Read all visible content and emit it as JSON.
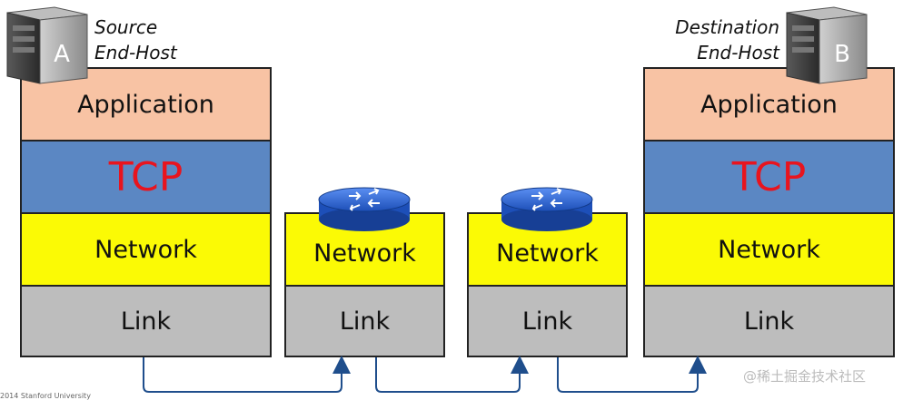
{
  "source_host": {
    "badge": "A",
    "label_line1": "Source",
    "label_line2": "End-Host",
    "layers": {
      "application": "Application",
      "transport": "TCP",
      "network": "Network",
      "link": "Link"
    }
  },
  "router1": {
    "network": "Network",
    "link": "Link"
  },
  "router2": {
    "network": "Network",
    "link": "Link"
  },
  "destination_host": {
    "badge": "B",
    "label_line1": "Destination",
    "label_line2": "End-Host",
    "layers": {
      "application": "Application",
      "transport": "TCP",
      "network": "Network",
      "link": "Link"
    }
  },
  "footer": "2014 Stanford University",
  "watermark": "@稀土掘金技术社区",
  "colors": {
    "application": "#f8c3a4",
    "transport": "#5b87c3",
    "transport_text": "#e8141e",
    "network": "#fbfa05",
    "link": "#bdbdbd",
    "router": "#2f6ad9",
    "arrow": "#1f4e8c"
  }
}
